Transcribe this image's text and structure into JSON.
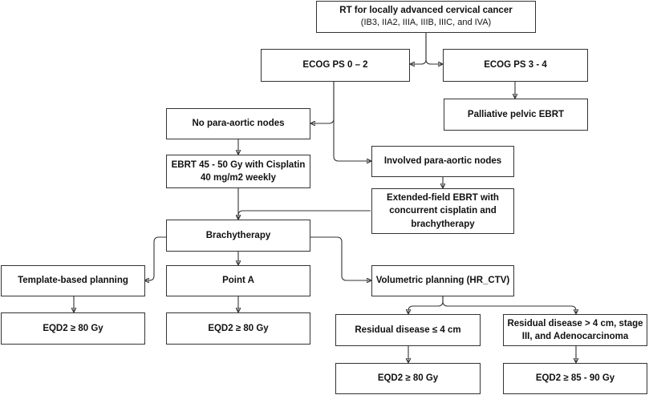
{
  "nodes": {
    "root": {
      "title": "RT for locally advanced cervical cancer",
      "subtitle": "(IB3, IIA2, IIIA, IIIB, IIIC, and IVA)"
    },
    "ecog_0_2": {
      "label": "ECOG PS 0 – 2"
    },
    "ecog_3_4": {
      "label": "ECOG PS 3 - 4"
    },
    "palliative": {
      "label": "Palliative pelvic EBRT"
    },
    "no_pa_nodes": {
      "label": "No para-aortic nodes"
    },
    "involved_pa_nodes": {
      "label": "Involved para-aortic nodes"
    },
    "ebrt_cisplatin": {
      "line1": "EBRT 45 - 50 Gy with Cisplatin",
      "line2": "40 mg/m2 weekly"
    },
    "extended_field": {
      "line1": "Extended-field EBRT with",
      "line2": "concurrent cisplatin and",
      "line3": "brachytherapy"
    },
    "brachytherapy": {
      "label": "Brachytherapy"
    },
    "template_planning": {
      "label": "Template-based planning"
    },
    "point_a": {
      "label": "Point A"
    },
    "volumetric": {
      "label": "Volumetric planning (HR_CTV)"
    },
    "eqd2_template": {
      "label": "EQD2 ≥ 80 Gy"
    },
    "eqd2_point_a": {
      "label": "EQD2 ≥ 80 Gy"
    },
    "residual_small": {
      "label": "Residual disease ≤ 4 cm"
    },
    "residual_large": {
      "line1": "Residual disease > 4 cm, stage",
      "line2": "III, and Adenocarcinoma"
    },
    "eqd2_small": {
      "label": "EQD2 ≥ 80 Gy"
    },
    "eqd2_large": {
      "label": "EQD2 ≥ 85 - 90 Gy"
    }
  },
  "colors": {
    "border": "#333333",
    "background": "#ffffff",
    "text": "#111111"
  }
}
